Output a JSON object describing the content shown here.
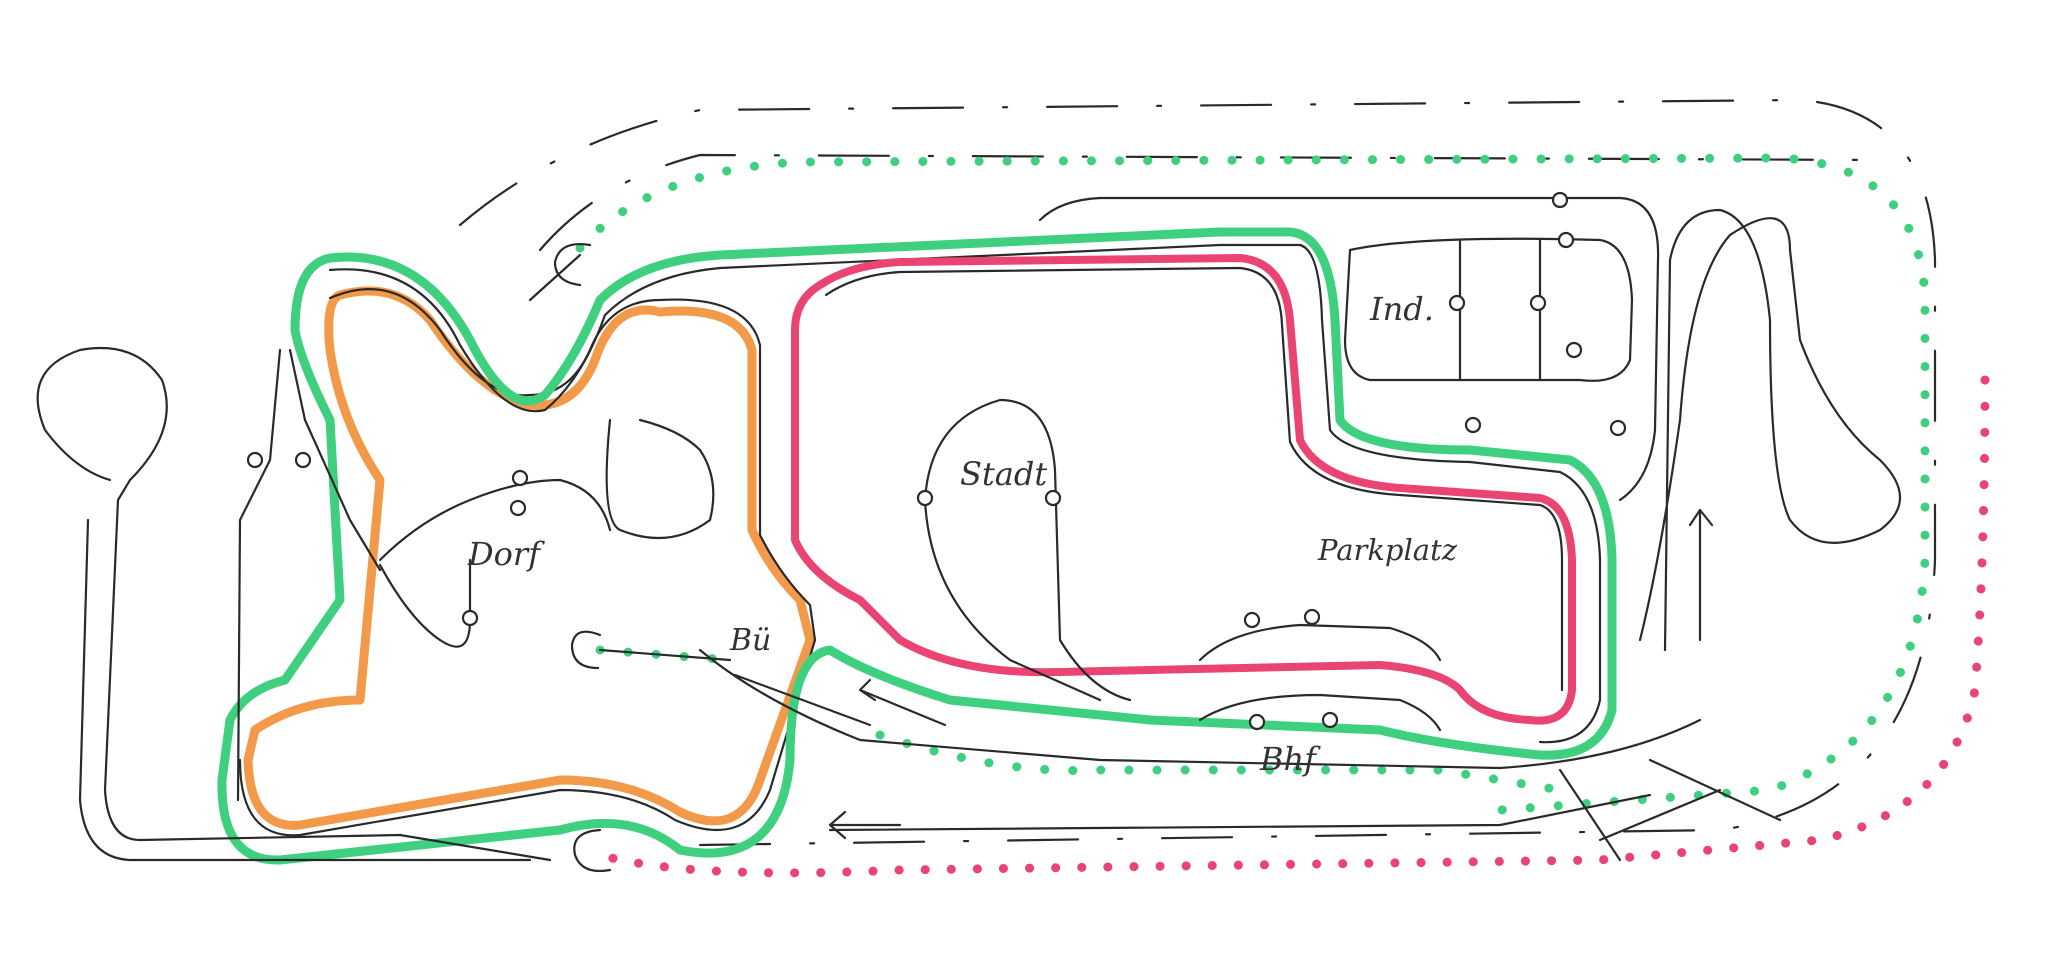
{
  "labels": {
    "dorf": "Dorf",
    "stadt": "Stadt",
    "parkplatz": "Parkplatz",
    "industrie": "Ind.",
    "bahnhof": "Bhf",
    "bue": "Bü"
  },
  "colors": {
    "ink": "#2a2a2a",
    "green": "#3fd07f",
    "orange": "#f39a4a",
    "red": "#ea4472",
    "background": "#ffffff"
  }
}
